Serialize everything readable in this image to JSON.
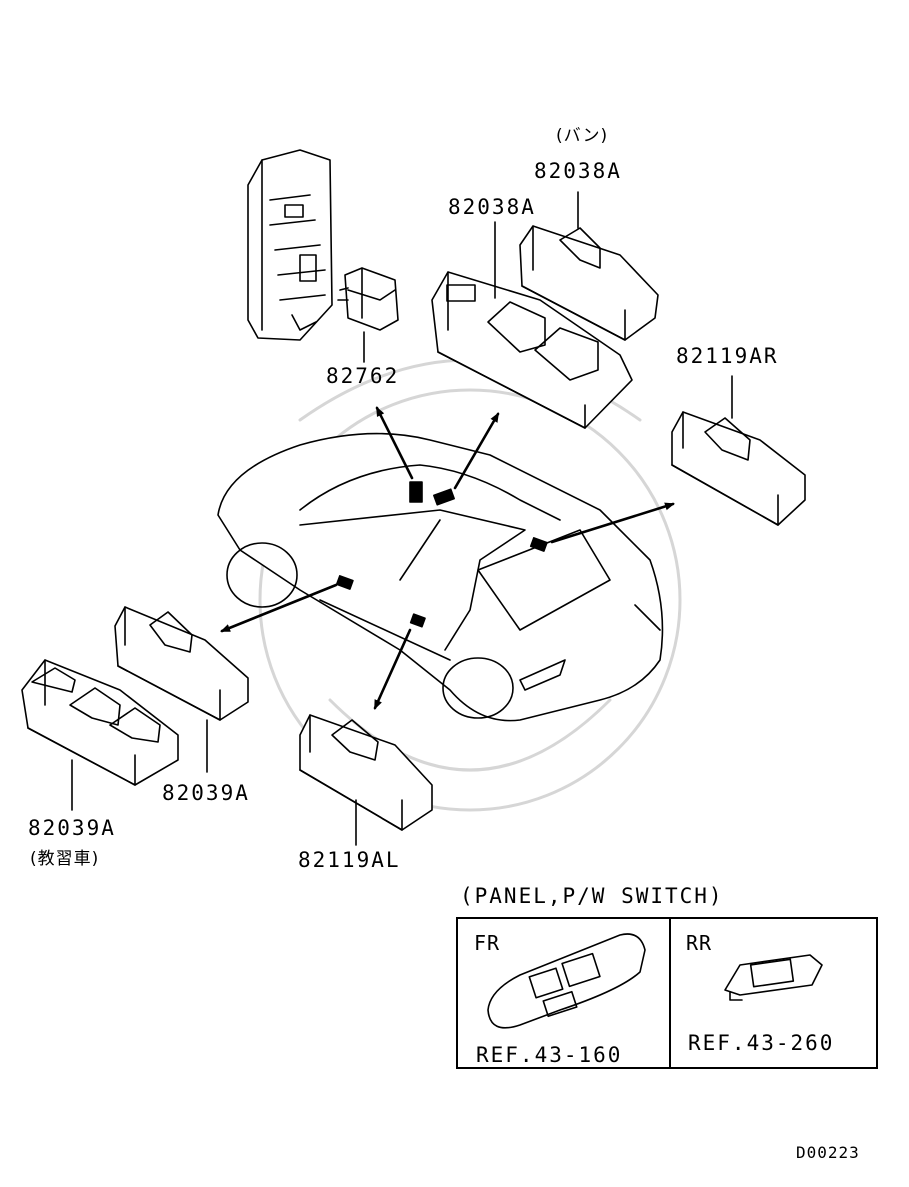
{
  "parts": {
    "van_note": "(バン)",
    "p82038A_top": "82038A",
    "p82038A": "82038A",
    "p82762": "82762",
    "p82119AR": "82119AR",
    "p82039A_right": "82039A",
    "p82039A_left": "82039A",
    "trainer_note": "(教習車)",
    "p82119AL": "82119AL"
  },
  "panel": {
    "caption": "(PANEL,P/W SWITCH)",
    "fr": {
      "tag": "FR",
      "ref": "REF.43-160"
    },
    "rr": {
      "tag": "RR",
      "ref": "REF.43-260"
    }
  },
  "diagram_code": "D00223"
}
